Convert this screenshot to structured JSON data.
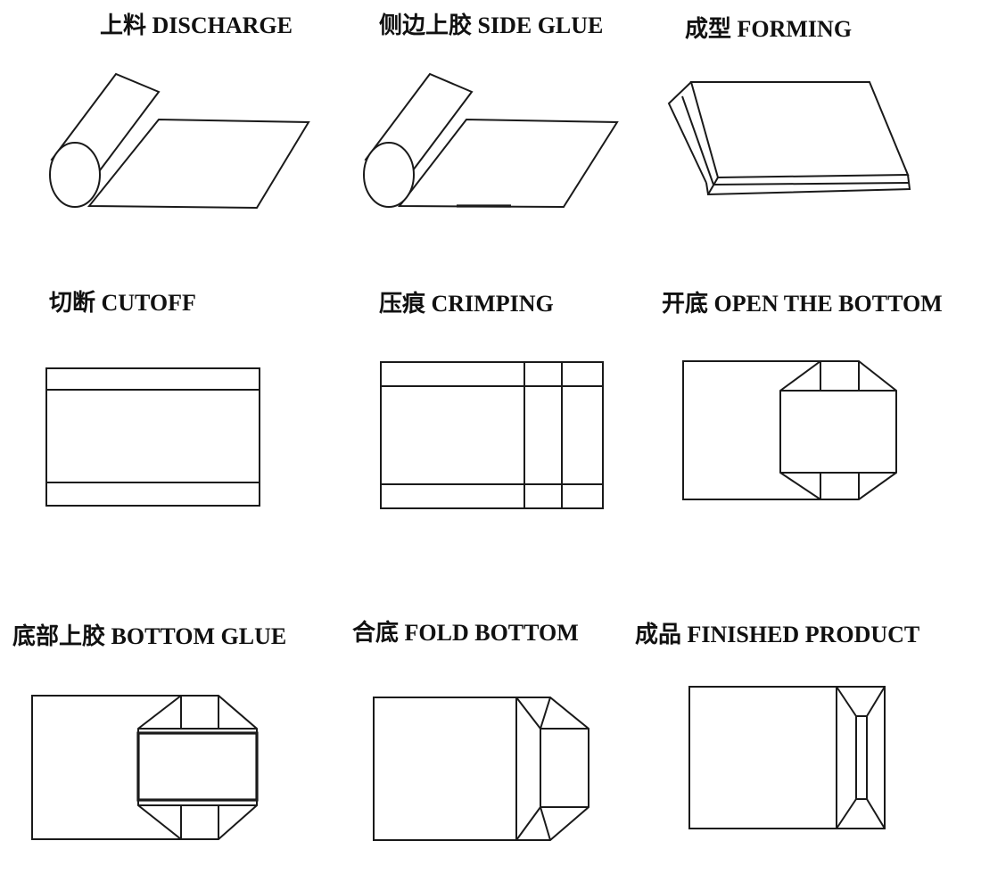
{
  "steps": [
    {
      "label": "上料 DISCHARGE"
    },
    {
      "label": "侧边上胶 SIDE GLUE"
    },
    {
      "label": "成型 FORMING"
    },
    {
      "label": "切断 CUTOFF"
    },
    {
      "label": "压痕 CRIMPING"
    },
    {
      "label": "开底 OPEN THE BOTTOM"
    },
    {
      "label": "底部上胶 BOTTOM GLUE"
    },
    {
      "label": "合底 FOLD BOTTOM"
    },
    {
      "label": "成品 FINISHED PRODUCT"
    }
  ]
}
